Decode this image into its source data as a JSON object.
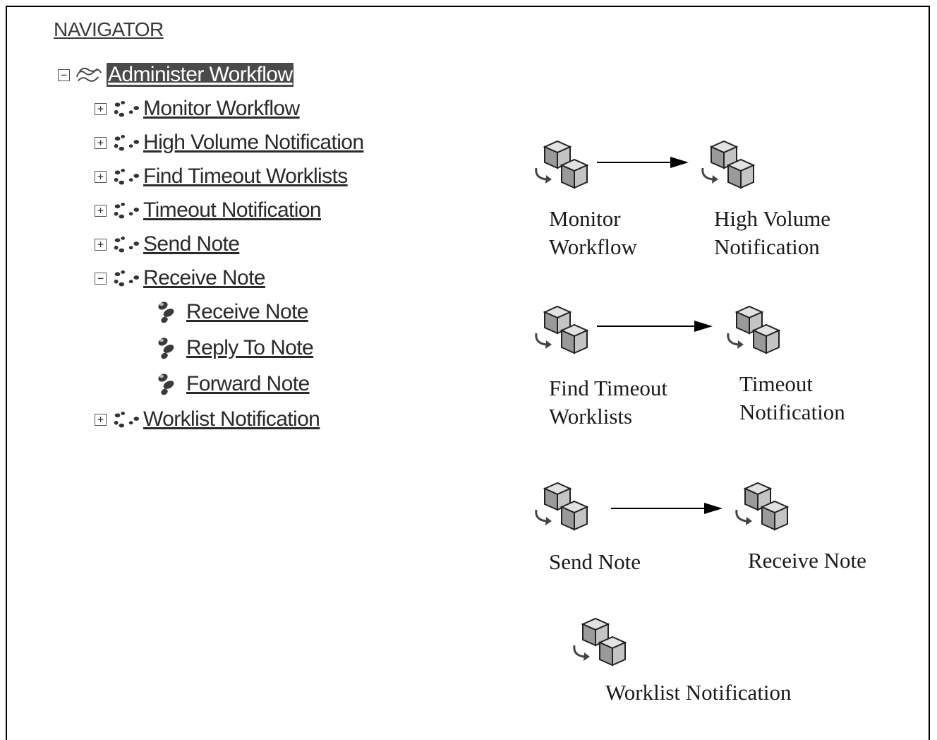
{
  "navigator": {
    "title": "NAVIGATOR",
    "root": {
      "label": "Administer Workflow",
      "expanded": true,
      "selected": true,
      "icon": "workflow-map-icon"
    },
    "items": [
      {
        "label": "Monitor Workflow",
        "expanded": false,
        "icon": "process-icon"
      },
      {
        "label": "High Volume Notification",
        "expanded": false,
        "icon": "process-icon"
      },
      {
        "label": "Find Timeout Worklists",
        "expanded": false,
        "icon": "process-icon"
      },
      {
        "label": "Timeout Notification",
        "expanded": false,
        "icon": "process-icon"
      },
      {
        "label": "Send Note",
        "expanded": false,
        "icon": "process-icon"
      },
      {
        "label": "Receive Note",
        "expanded": true,
        "icon": "process-icon",
        "children": [
          {
            "label": "Receive Note",
            "icon": "function-icon"
          },
          {
            "label": "Reply To Note",
            "icon": "function-icon"
          },
          {
            "label": "Forward Note",
            "icon": "function-icon"
          }
        ]
      },
      {
        "label": "Worklist Notification",
        "expanded": false,
        "icon": "process-icon"
      }
    ],
    "toggle_expanded": "−",
    "toggle_collapsed": "+"
  },
  "diagram": {
    "processes": {
      "monitor": {
        "line1": "Monitor",
        "line2": "Workflow"
      },
      "high_volume": {
        "line1": "High Volume",
        "line2": "Notification"
      },
      "find_timeout": {
        "line1": "Find Timeout",
        "line2": "Worklists"
      },
      "timeout_notif": {
        "line1": "Timeout",
        "line2": "Notification"
      },
      "send_note": {
        "line1": "Send Note"
      },
      "receive_note": {
        "line1": "Receive Note"
      },
      "worklist_notif": {
        "line1": "Worklist Notification"
      }
    }
  }
}
